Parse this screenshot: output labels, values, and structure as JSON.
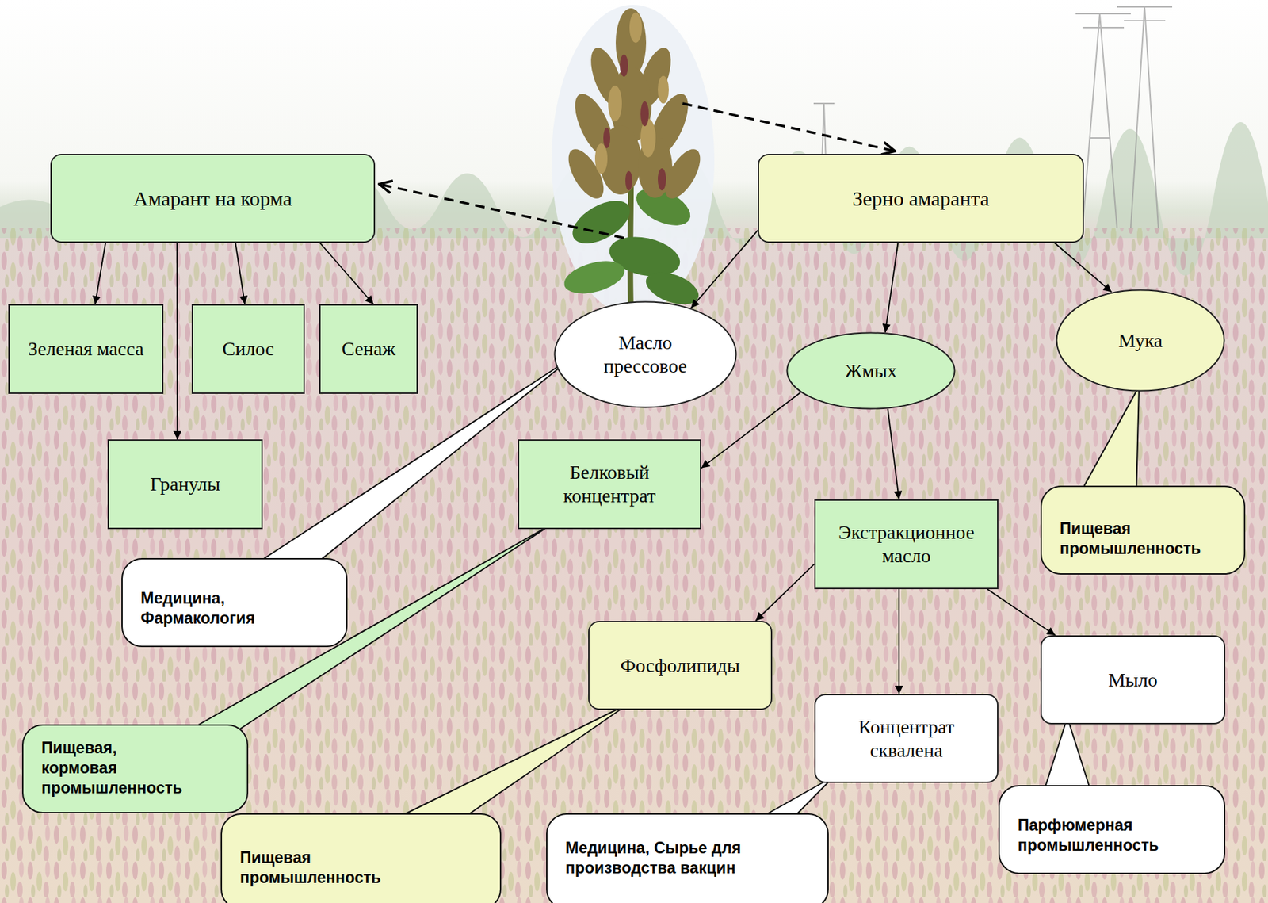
{
  "diagram": {
    "nodes": [
      {
        "text": [
          "Амарант на корма"
        ]
      },
      {
        "text": [
          "Зерно амаранта"
        ]
      },
      {
        "text": [
          "Зеленая масса"
        ]
      },
      {
        "text": [
          "Силос"
        ]
      },
      {
        "text": [
          "Сенаж"
        ]
      },
      {
        "text": [
          "Масло прессовое"
        ]
      },
      {
        "text": [
          "Жмых"
        ]
      },
      {
        "text": [
          "Мука"
        ]
      },
      {
        "text": [
          "Гранулы"
        ]
      },
      {
        "text": [
          "Белковый концентрат"
        ]
      },
      {
        "text": [
          "Пищевая промышленность"
        ]
      },
      {
        "text": [
          "Экстракционное масло"
        ]
      },
      {
        "text": [
          "Медицина, Фармакология"
        ]
      },
      {
        "text": [
          "Фосфолипиды"
        ]
      },
      {
        "text": [
          "Мыло"
        ]
      },
      {
        "text": [
          "Концентрат сквалена"
        ]
      },
      {
        "text": [
          "Пищевая, кормовая промышленность"
        ]
      },
      {
        "text": [
          "Парфюмерная промышленность"
        ]
      },
      {
        "text": [
          "Пищевая промышленность"
        ]
      },
      {
        "text": [
          "Медицина, Сырье для производства вакцин"
        ]
      }
    ],
    "edges": [
      {
        "from": 0,
        "to": 2,
        "arrow": "to"
      },
      {
        "from": 0,
        "to": 8,
        "arrow": "to"
      },
      {
        "from": 0,
        "to": 3,
        "arrow": "to"
      },
      {
        "from": 0,
        "to": 4,
        "arrow": "to"
      },
      {
        "from": 1,
        "to": 5,
        "arrow": "to"
      },
      {
        "from": 1,
        "to": 6,
        "arrow": "to"
      },
      {
        "from": 1,
        "to": 7,
        "arrow": "to"
      },
      {
        "from": 6,
        "to": 9,
        "arrow": "to"
      },
      {
        "from": 6,
        "to": 11,
        "arrow": "to"
      },
      {
        "from": 11,
        "to": 13,
        "arrow": "to"
      },
      {
        "from": 11,
        "to": 15,
        "arrow": "to"
      },
      {
        "from": 11,
        "to": 14,
        "arrow": "to"
      }
    ]
  }
}
